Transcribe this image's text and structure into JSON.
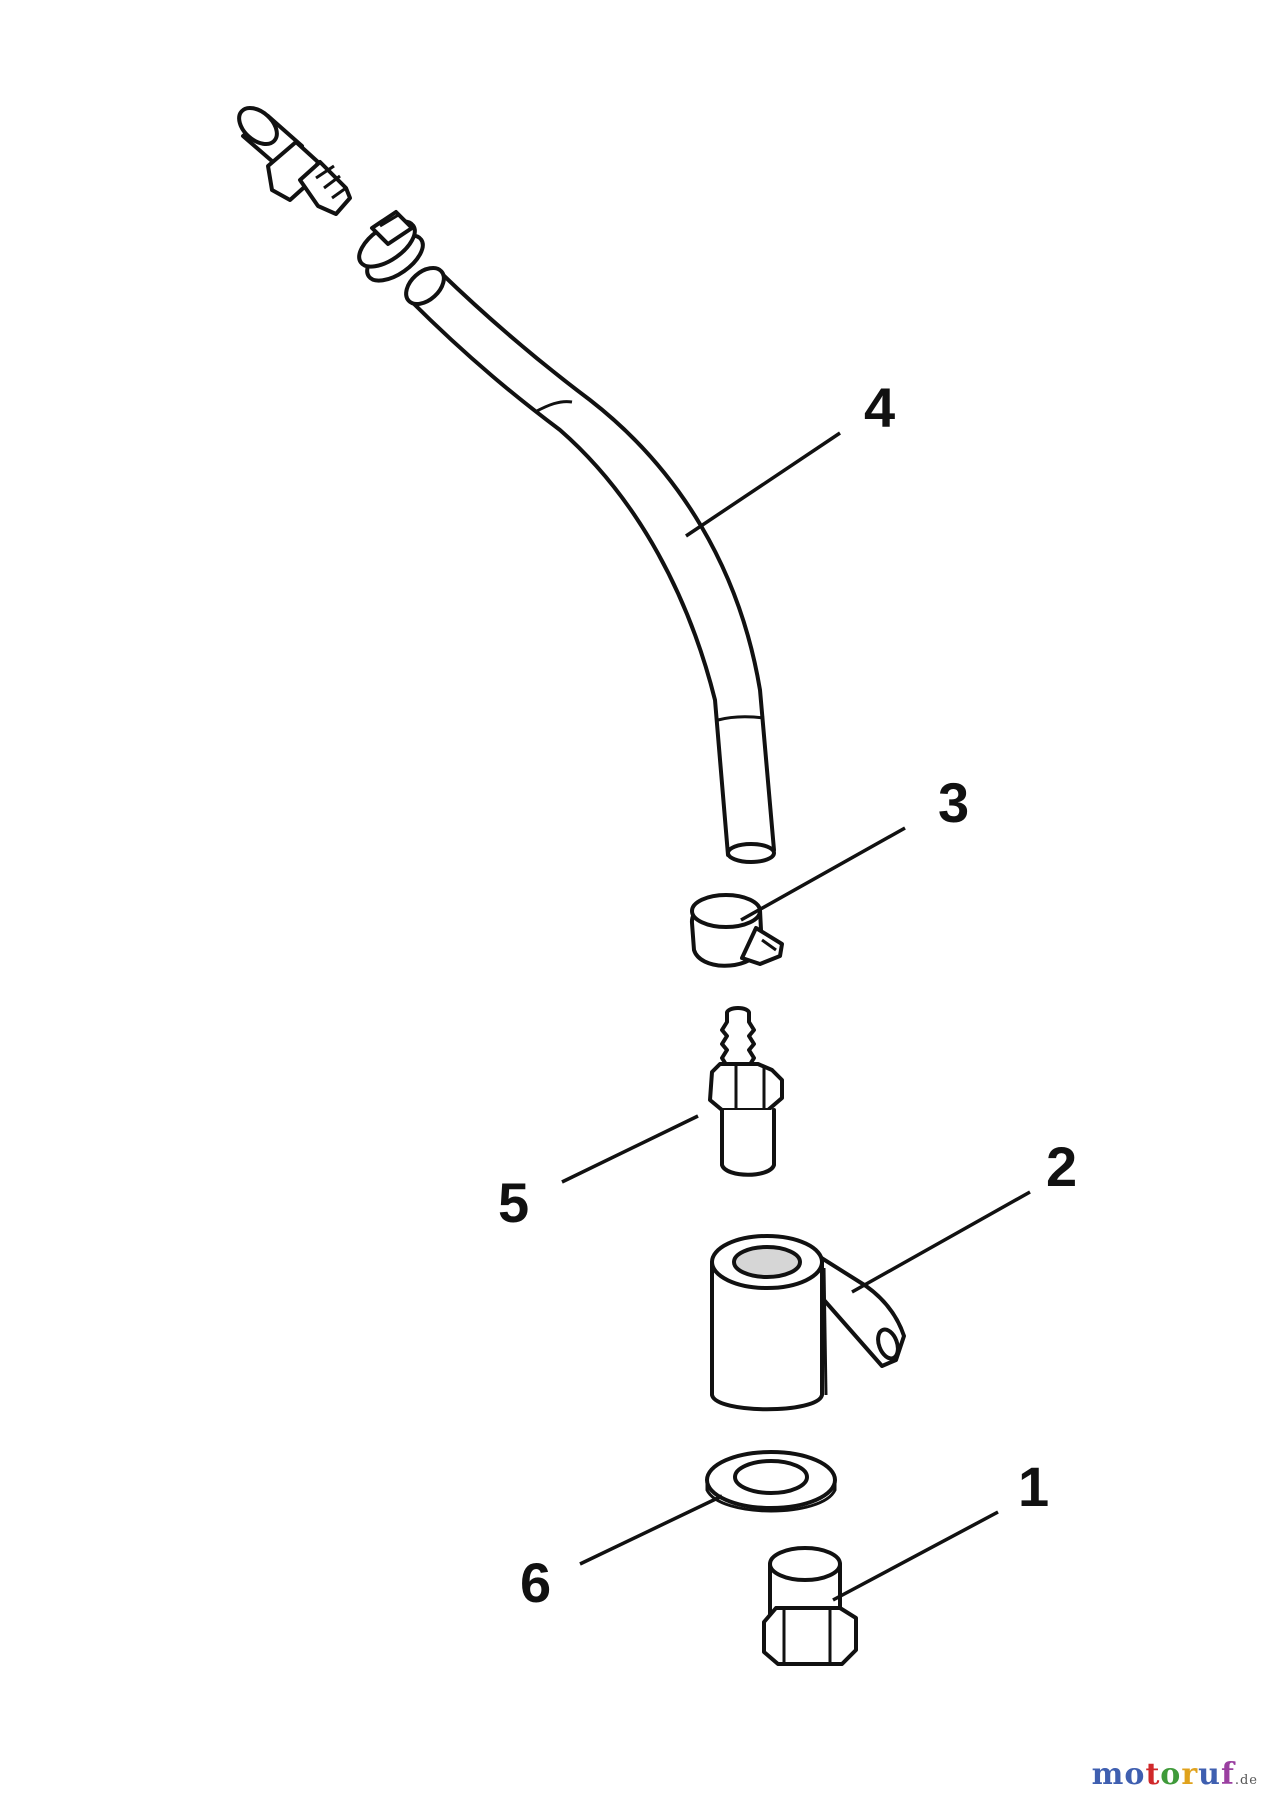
{
  "diagram": {
    "callouts": [
      {
        "id": "1",
        "label": "1"
      },
      {
        "id": "2",
        "label": "2"
      },
      {
        "id": "3",
        "label": "3"
      },
      {
        "id": "4",
        "label": "4"
      },
      {
        "id": "5",
        "label": "5"
      },
      {
        "id": "6",
        "label": "6"
      }
    ]
  },
  "watermark": {
    "brand": "motoruf",
    "suffix": ".de",
    "letter_colors": [
      "#3f5fb0",
      "#3f5fb0",
      "#d0282a",
      "#3f9a3a",
      "#e0a21c",
      "#3f5fb0",
      "#9a3fa0"
    ]
  }
}
